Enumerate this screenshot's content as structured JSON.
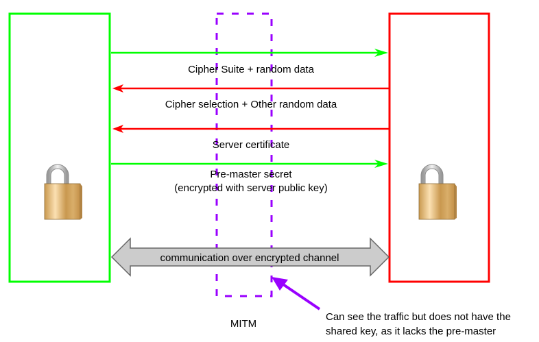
{
  "colors": {
    "client": "#00ff00",
    "server": "#ff0000",
    "mitm": "#9900ff",
    "channel_fill": "#cccccc",
    "channel_stroke": "#666666",
    "lock_body": "#d7a966",
    "lock_shackle": "#c8c8c8"
  },
  "entities": {
    "client": {
      "name": "client-box",
      "icon": "padlock-icon"
    },
    "server": {
      "name": "server-box",
      "icon": "padlock-icon"
    },
    "mitm": {
      "label": "MITM"
    }
  },
  "messages": [
    {
      "direction": "client-to-server",
      "color": "green",
      "label": "Cipher Suite +  random data"
    },
    {
      "direction": "server-to-client",
      "color": "red",
      "label": "Cipher selection + Other random data"
    },
    {
      "direction": "server-to-client",
      "color": "red",
      "label": "Server certificate"
    },
    {
      "direction": "client-to-server",
      "color": "green",
      "label_lines": [
        "Pre-master secret",
        "(encrypted with server public key)"
      ]
    }
  ],
  "channel": {
    "label": "communication over encrypted channel"
  },
  "annotation": {
    "lines": [
      "Can see the traffic but does not have the",
      "shared key, as it lacks the pre-master"
    ]
  }
}
